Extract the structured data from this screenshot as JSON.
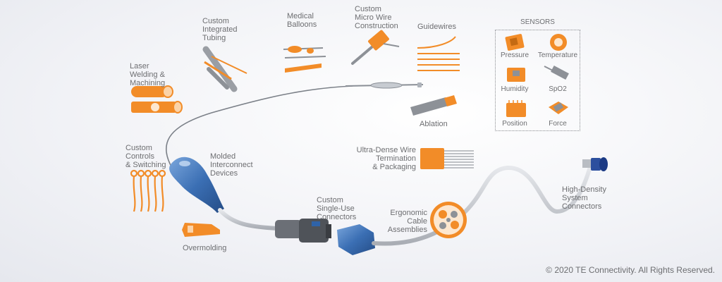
{
  "labels": {
    "laser": "Laser\nWelding &\nMachining",
    "tubing": "Custom\nIntegrated\nTubing",
    "balloons": "Medical\nBalloons",
    "microwire": "Custom\nMicro Wire\nConstruction",
    "guidewires": "Guidewires",
    "ablation": "Ablation",
    "controls": "Custom\nControls\n& Switching",
    "molded": "Molded\nInterconnect\nDevices",
    "overmolding": "Overmolding",
    "single_use": "Custom\nSingle-Use\nConnectors",
    "ultra_dense": "Ultra-Dense Wire\nTermination\n& Packaging",
    "ergonomic": "Ergonomic\nCable\nAssemblies",
    "high_density": "High-Density\nSystem\nConnectors"
  },
  "sensors": {
    "title": "SENSORS",
    "pressure": "Pressure",
    "temperature": "Temperature",
    "humidity": "Humidity",
    "spo2": "SpO2",
    "position": "Position",
    "force": "Force"
  },
  "copyright": "© 2020 TE Connectivity. All Rights Reserved.",
  "colors": {
    "orange": "#f28c28",
    "blue": "#2f63a8",
    "gray_text": "#6d6e71",
    "wire": "#9aa0a8"
  }
}
